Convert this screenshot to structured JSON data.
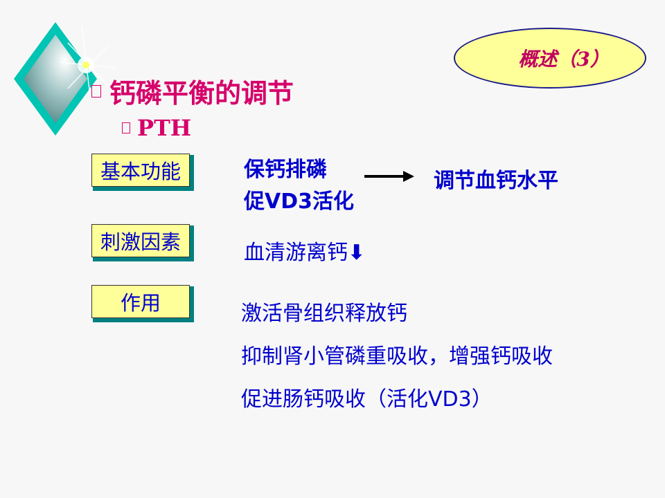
{
  "badge": {
    "text": "概述（3）"
  },
  "heading": {
    "title": "钙磷平衡的调节",
    "subtitle": "PTH"
  },
  "rows": [
    {
      "label": "基本功能",
      "lines": [
        "保钙排磷",
        "促VD3活化"
      ],
      "result": "调节血钙水平"
    },
    {
      "label": "刺激因素",
      "lines": [
        "血清游离钙"
      ],
      "arrow_symbol": "⬇"
    },
    {
      "label": "作用",
      "lines": [
        "激活骨组织释放钙",
        "抑制肾小管磷重吸收，增强钙吸收",
        "促进肠钙吸收（活化VD3）"
      ]
    }
  ],
  "colors": {
    "heading": "#d6006a",
    "text": "#0000cc",
    "box": "#ffff99",
    "shadow": "#008080",
    "badge_text": "#c00060"
  }
}
